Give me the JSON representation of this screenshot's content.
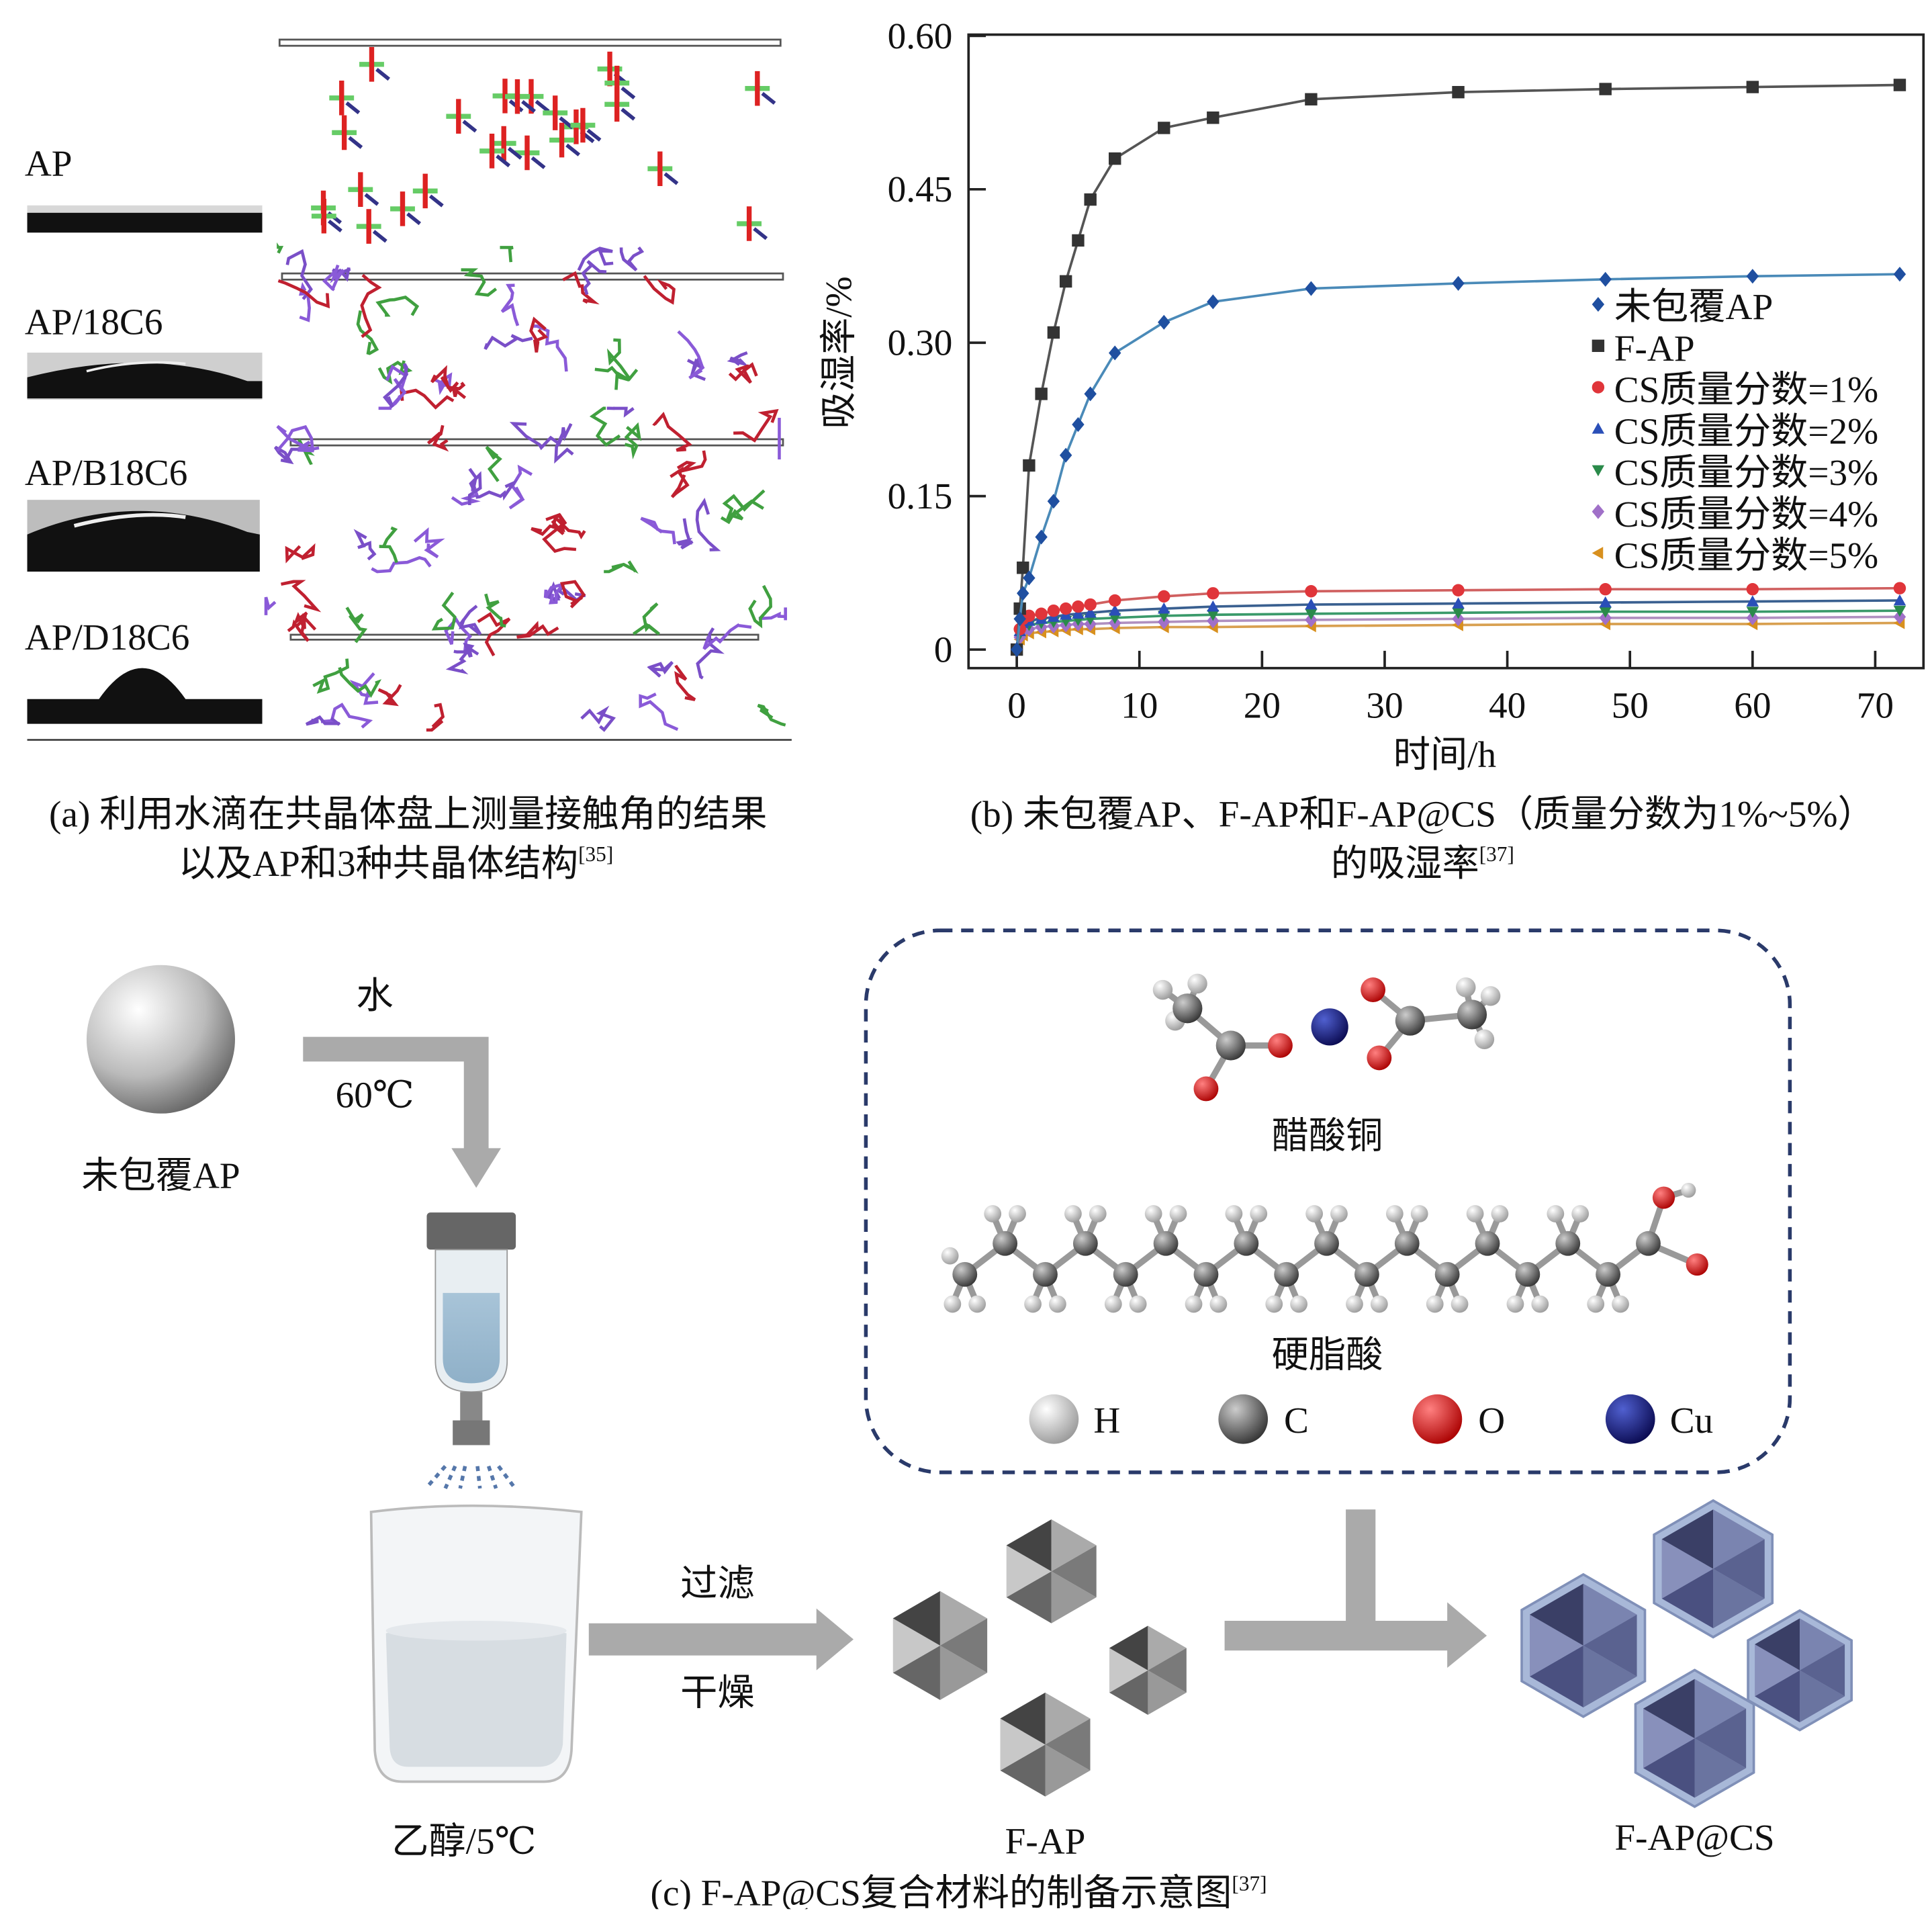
{
  "panel_a": {
    "labels": [
      "AP",
      "AP/18C6",
      "AP/B18C6",
      "AP/D18C6"
    ],
    "caption_line1": "(a) 利用水滴在共晶体盘上测量接触角的结果",
    "caption_line2": "以及AP和3种共晶体结构",
    "caption_ref": "[35]"
  },
  "panel_b": {
    "caption_line1": "(b) 未包覆AP、F-AP和F-AP@CS（质量分数为1%~5%）",
    "caption_line2": "的吸湿率",
    "caption_ref": "[37]"
  },
  "chart_data": {
    "type": "line",
    "title": "",
    "xlabel": "时间/h",
    "ylabel": "吸湿率/%",
    "xlim": [
      -4,
      74
    ],
    "ylim": [
      -0.018,
      0.6
    ],
    "xticks": [
      0,
      10,
      20,
      30,
      40,
      50,
      60,
      70
    ],
    "yticks": [
      0,
      0.15,
      0.3,
      0.45,
      0.6
    ],
    "ytick_labels": [
      "0",
      "0.15",
      "0.30",
      "0.45",
      "0.60"
    ],
    "grid": false,
    "legend_position": "right",
    "x": [
      0,
      0.25,
      0.5,
      1,
      2,
      3,
      4,
      5,
      6,
      8,
      12,
      16,
      24,
      36,
      48,
      60,
      72
    ],
    "series": [
      {
        "name": "未包覆AP",
        "marker": "diamond",
        "color": "#1f4fa0",
        "line": "#4a8ab8",
        "values": [
          0,
          0.03,
          0.055,
          0.07,
          0.11,
          0.145,
          0.19,
          0.22,
          0.25,
          0.29,
          0.32,
          0.34,
          0.353,
          0.358,
          0.362,
          0.365,
          0.367
        ]
      },
      {
        "name": "F-AP",
        "marker": "square",
        "color": "#333333",
        "line": "#555555",
        "values": [
          0,
          0.04,
          0.08,
          0.18,
          0.25,
          0.31,
          0.36,
          0.4,
          0.44,
          0.48,
          0.51,
          0.52,
          0.538,
          0.545,
          0.548,
          0.55,
          0.552
        ]
      },
      {
        "name": "CS质量分数=1%",
        "marker": "circle",
        "color": "#e0353a",
        "line": "#d06060",
        "values": [
          0,
          0.02,
          0.03,
          0.033,
          0.035,
          0.038,
          0.04,
          0.042,
          0.044,
          0.048,
          0.052,
          0.055,
          0.057,
          0.058,
          0.059,
          0.059,
          0.06
        ]
      },
      {
        "name": "CS质量分数=2%",
        "marker": "triangle-up",
        "color": "#2a4fb8",
        "line": "#3a6090",
        "values": [
          0,
          0.018,
          0.026,
          0.028,
          0.03,
          0.032,
          0.034,
          0.035,
          0.036,
          0.038,
          0.04,
          0.042,
          0.044,
          0.045,
          0.046,
          0.047,
          0.048
        ]
      },
      {
        "name": "CS质量分数=3%",
        "marker": "triangle-down",
        "color": "#2a8a4a",
        "line": "#3a9a6a",
        "values": [
          0,
          0.015,
          0.022,
          0.024,
          0.026,
          0.027,
          0.028,
          0.029,
          0.03,
          0.031,
          0.033,
          0.034,
          0.035,
          0.036,
          0.037,
          0.037,
          0.038
        ]
      },
      {
        "name": "CS质量分数=4%",
        "marker": "diamond",
        "color": "#a070c8",
        "line": "#b090c0",
        "values": [
          0,
          0.012,
          0.018,
          0.02,
          0.022,
          0.023,
          0.024,
          0.025,
          0.025,
          0.026,
          0.027,
          0.028,
          0.029,
          0.03,
          0.031,
          0.031,
          0.032
        ]
      },
      {
        "name": "CS质量分数=5%",
        "marker": "triangle-left",
        "color": "#d8901e",
        "line": "#d8a050",
        "values": [
          0,
          0.01,
          0.014,
          0.016,
          0.017,
          0.018,
          0.019,
          0.02,
          0.02,
          0.021,
          0.022,
          0.022,
          0.023,
          0.024,
          0.025,
          0.025,
          0.026
        ]
      }
    ]
  },
  "panel_c": {
    "water": "水",
    "temp": "60℃",
    "uncoated_ap": "未包覆AP",
    "ethanol": "乙醇/5℃",
    "filter": "过滤",
    "dry": "干燥",
    "fap": "F-AP",
    "fapcs": "F-AP@CS",
    "copper_acetate": "醋酸铜",
    "stearic_acid": "硬脂酸",
    "atoms": [
      {
        "label": "H",
        "color": "#e8e8e8"
      },
      {
        "label": "C",
        "color": "#707070"
      },
      {
        "label": "O",
        "color": "#e02020"
      },
      {
        "label": "Cu",
        "color": "#1a1a80"
      }
    ],
    "caption": "(c) F-AP@CS复合材料的制备示意图",
    "caption_ref": "[37]"
  }
}
